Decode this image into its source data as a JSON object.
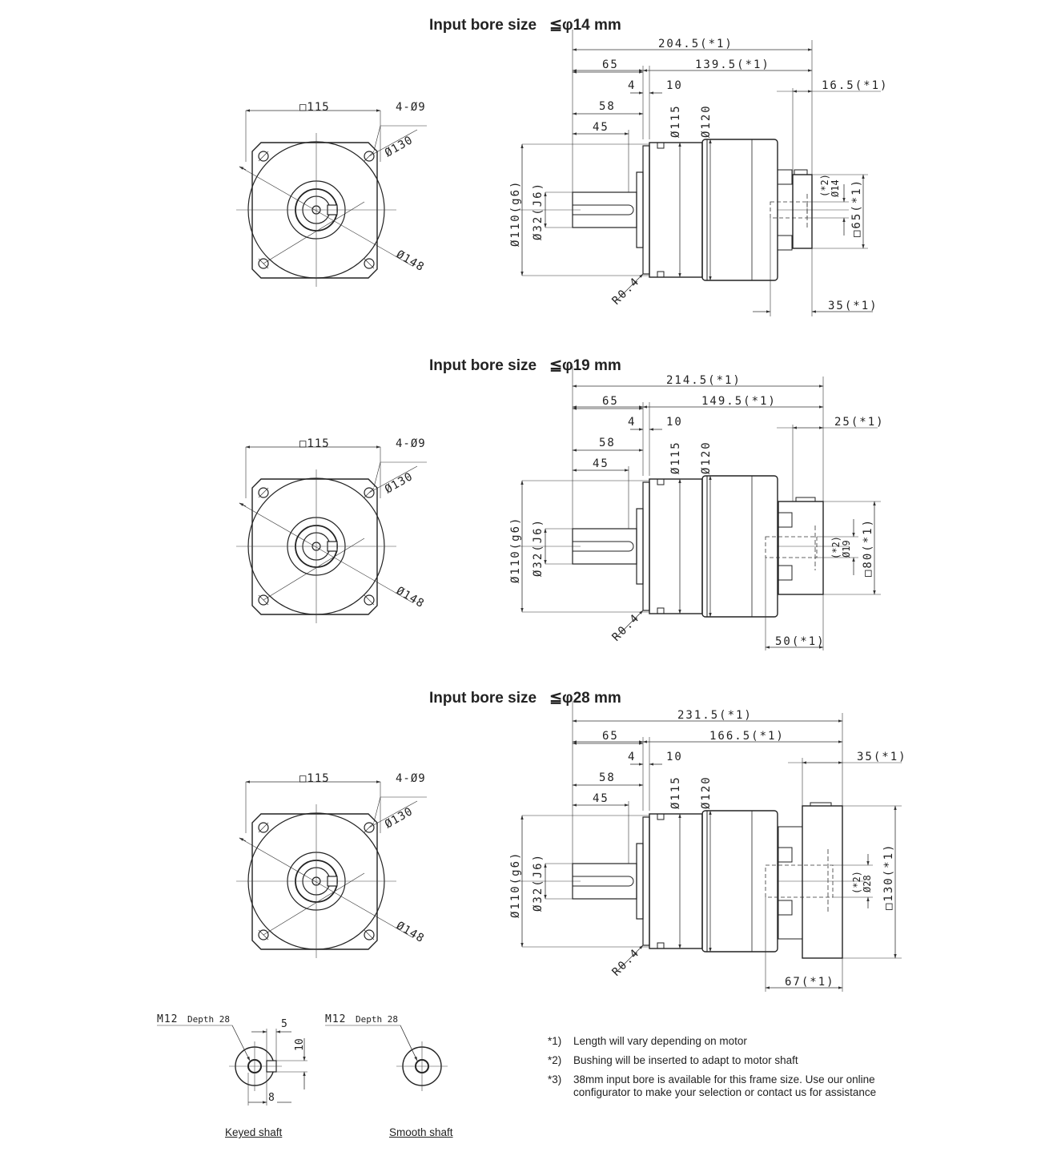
{
  "sections": [
    {
      "title": "Input bore size",
      "bore": "≦φ14 mm",
      "front": {
        "square": "□115",
        "holes": "4-Ø9",
        "pcd": "Ø130",
        "diag": "Ø148"
      },
      "side": {
        "total": "204.5(*1)",
        "flange_len": "65",
        "body_len": "139.5(*1)",
        "adapter_len": "16.5(*1)",
        "d4": "4",
        "d10": "10",
        "d58": "58",
        "d45": "45",
        "dia115": "Ø115",
        "dia120": "Ø120",
        "dia110": "Ø110(g6)",
        "dia32": "Ø32(J6)",
        "r": "R0.4",
        "bush_mark": "(*2)",
        "bush_dia": "Ø14",
        "motor_sq": "□65(*1)",
        "bottom": "35(*1)"
      }
    },
    {
      "title": "Input bore size",
      "bore": "≦φ19 mm",
      "front": {
        "square": "□115",
        "holes": "4-Ø9",
        "pcd": "Ø130",
        "diag": "Ø148"
      },
      "side": {
        "total": "214.5(*1)",
        "flange_len": "65",
        "body_len": "149.5(*1)",
        "adapter_len": "25(*1)",
        "d4": "4",
        "d10": "10",
        "d58": "58",
        "d45": "45",
        "dia115": "Ø115",
        "dia120": "Ø120",
        "dia110": "Ø110(g6)",
        "dia32": "Ø32(J6)",
        "r": "R0.4",
        "bush_mark": "(*2)",
        "bush_dia": "Ø19",
        "motor_sq": "□80(*1)",
        "bottom": "50(*1)"
      }
    },
    {
      "title": "Input bore size",
      "bore": "≦φ28 mm",
      "front": {
        "square": "□115",
        "holes": "4-Ø9",
        "pcd": "Ø130",
        "diag": "Ø148"
      },
      "side": {
        "total": "231.5(*1)",
        "flange_len": "65",
        "body_len": "166.5(*1)",
        "adapter_len": "35(*1)",
        "d4": "4",
        "d10": "10",
        "d58": "58",
        "d45": "45",
        "dia115": "Ø115",
        "dia120": "Ø120",
        "dia110": "Ø110(g6)",
        "dia32": "Ø32(J6)",
        "r": "R0.4",
        "bush_mark": "(*2)",
        "bush_dia": "Ø28",
        "motor_sq": "□130(*1)",
        "bottom": "67(*1)"
      }
    }
  ],
  "shafts": {
    "keyed": {
      "thread": "M12",
      "depth": "Depth 28",
      "key_w": "5",
      "key_h": "10",
      "key_len": "8",
      "caption": "Keyed shaft"
    },
    "smooth": {
      "thread": "M12",
      "depth": "Depth 28",
      "caption": "Smooth shaft"
    }
  },
  "notes": [
    {
      "mark": "*1)",
      "text": "Length will vary depending on motor"
    },
    {
      "mark": "*2)",
      "text": "Bushing will be inserted to adapt to motor shaft"
    },
    {
      "mark": "*3)",
      "text": "38mm input bore is available for this frame size. Use our online configurator to make your selection or contact us for assistance"
    }
  ]
}
